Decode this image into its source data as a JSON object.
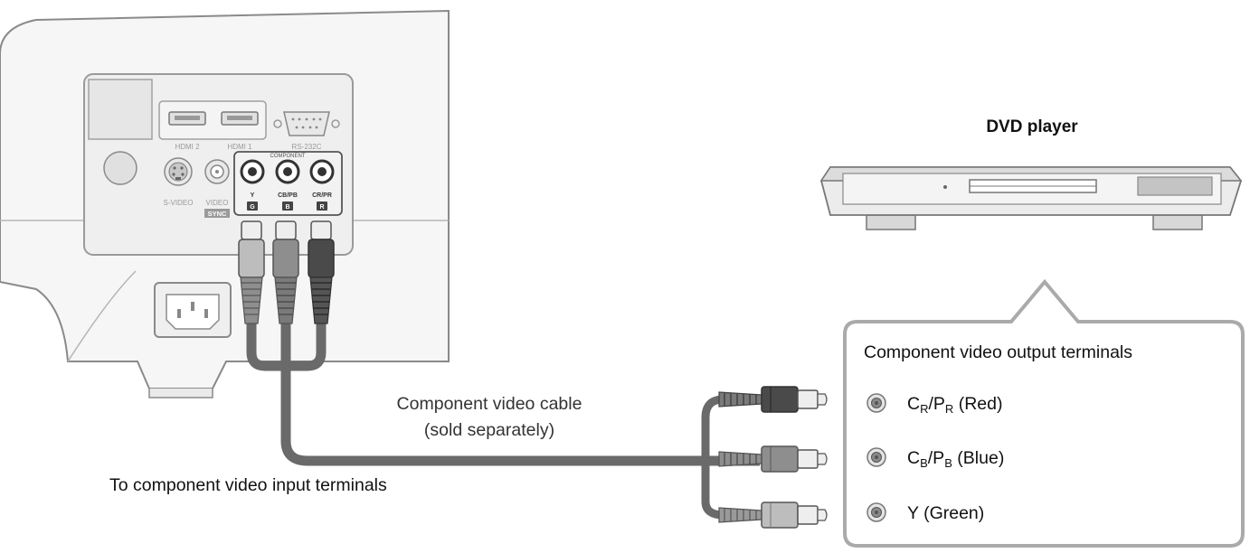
{
  "dvd_label": "DVD player",
  "cable_label_line1": "Component video cable",
  "cable_label_line2": "(sold separately)",
  "input_label": "To component video input terminals",
  "callout": {
    "title": "Component video output terminals",
    "items": [
      {
        "main1": "C",
        "sub1": "R",
        "main2": "/P",
        "sub2": "R",
        "suffix": " (Red)"
      },
      {
        "main1": "C",
        "sub1": "B",
        "main2": "/P",
        "sub2": "B",
        "suffix": " (Blue)"
      },
      {
        "main1": "Y",
        "sub1": "",
        "main2": "",
        "sub2": "",
        "suffix": " (Green)"
      }
    ]
  },
  "projector_panel": {
    "hdmi2": "HDMI 2",
    "hdmi1": "HDMI 1",
    "rs232c": "RS-232C",
    "component": "COMPONENT",
    "svideo": "S-VIDEO",
    "video": "VIDEO",
    "sync": "SYNC",
    "jack_y": "Y",
    "jack_cb": "CB/PB",
    "jack_cr": "CR/PR",
    "badge_g": "G",
    "badge_b": "B",
    "badge_r": "R"
  },
  "colors": {
    "outline": "#8a8a8a",
    "panel": "#f1f1f1",
    "cable": "#6a6a6a",
    "plug_light": "#bdbdbd",
    "plug_mid": "#8e8e8e",
    "plug_dark": "#4a4a4a",
    "text": "#222222"
  }
}
